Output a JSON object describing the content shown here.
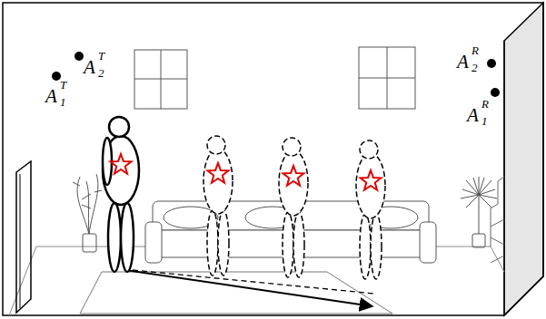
{
  "diagram": {
    "labels": [
      "A",
      "T",
      "1",
      "A",
      "T",
      "2",
      "A",
      "R",
      "2",
      "A",
      "R",
      "1"
    ]
  }
}
